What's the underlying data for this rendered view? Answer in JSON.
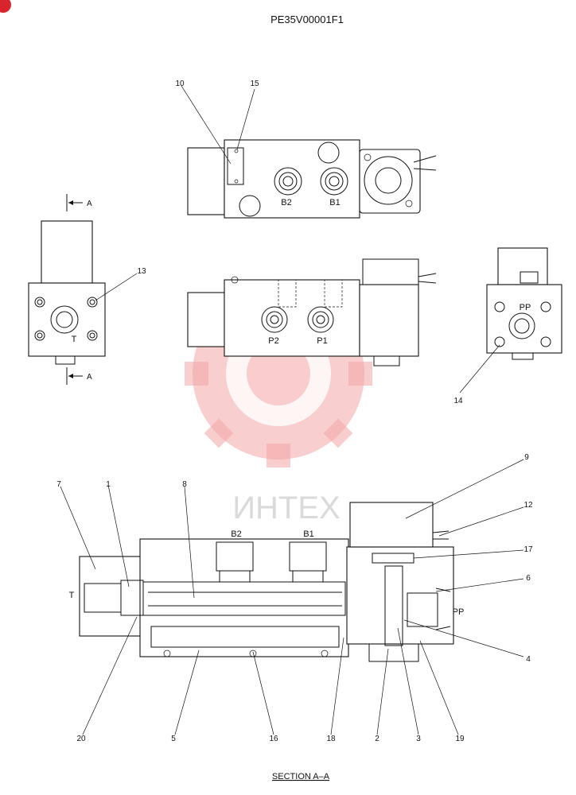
{
  "header": {
    "code": "PE35V00001F1"
  },
  "caption": "SECTION  A–A",
  "watermark": {
    "text": "ИНТЕХ",
    "color": "#f3a5a5"
  },
  "section_marker": "A",
  "ports": {
    "b2_top": "B2",
    "b1_top": "B1",
    "p2": "P2",
    "p1": "P1",
    "t_left": "T",
    "pp_right": "PP",
    "b2_sec": "B2",
    "b1_sec": "B1",
    "t_sec": "T",
    "pp_sec": "PP"
  },
  "callouts": [
    "10",
    "15",
    "13",
    "14",
    "9",
    "12",
    "7",
    "1",
    "8",
    "17",
    "6",
    "4",
    "20",
    "5",
    "16",
    "18",
    "2",
    "3",
    "19"
  ],
  "colors": {
    "ink": "#111111",
    "corner_badge": "#d8242a"
  }
}
